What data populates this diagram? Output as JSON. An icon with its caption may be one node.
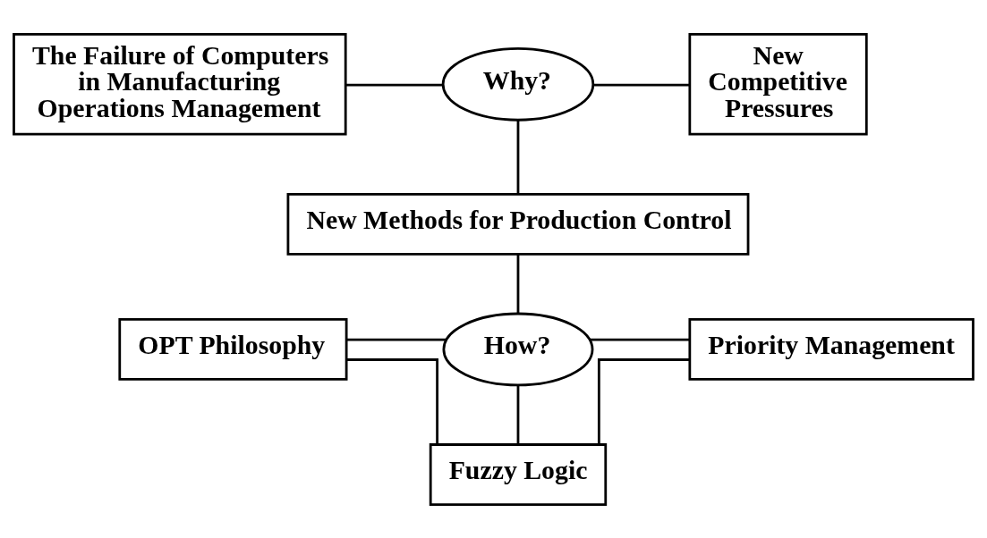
{
  "diagram": {
    "nodes": [
      {
        "text": [
          "The Failure of Computers in Manufacturing Operations Management"
        ]
      },
      {
        "text": [
          "Why?"
        ]
      },
      {
        "text": [
          "New Competitive Pressures"
        ]
      },
      {
        "text": [
          "New Methods for Production Control"
        ]
      },
      {
        "text": [
          "OPT Philosophy"
        ]
      },
      {
        "text": [
          "How?"
        ]
      },
      {
        "text": [
          "Priority Management"
        ]
      },
      {
        "text": [
          "Fuzzy Logic"
        ]
      }
    ],
    "edges": [
      {
        "from": 0,
        "to": 1,
        "arrow": "none"
      },
      {
        "from": 1,
        "to": 2,
        "arrow": "none"
      },
      {
        "from": 1,
        "to": 3,
        "arrow": "none"
      },
      {
        "from": 3,
        "to": 5,
        "arrow": "none"
      },
      {
        "from": 4,
        "to": 5,
        "arrow": "none"
      },
      {
        "from": 5,
        "to": 6,
        "arrow": "none"
      },
      {
        "from": 4,
        "to": 7,
        "arrow": "none"
      },
      {
        "from": 5,
        "to": 7,
        "arrow": "none"
      },
      {
        "from": 6,
        "to": 7,
        "arrow": "none"
      }
    ]
  }
}
